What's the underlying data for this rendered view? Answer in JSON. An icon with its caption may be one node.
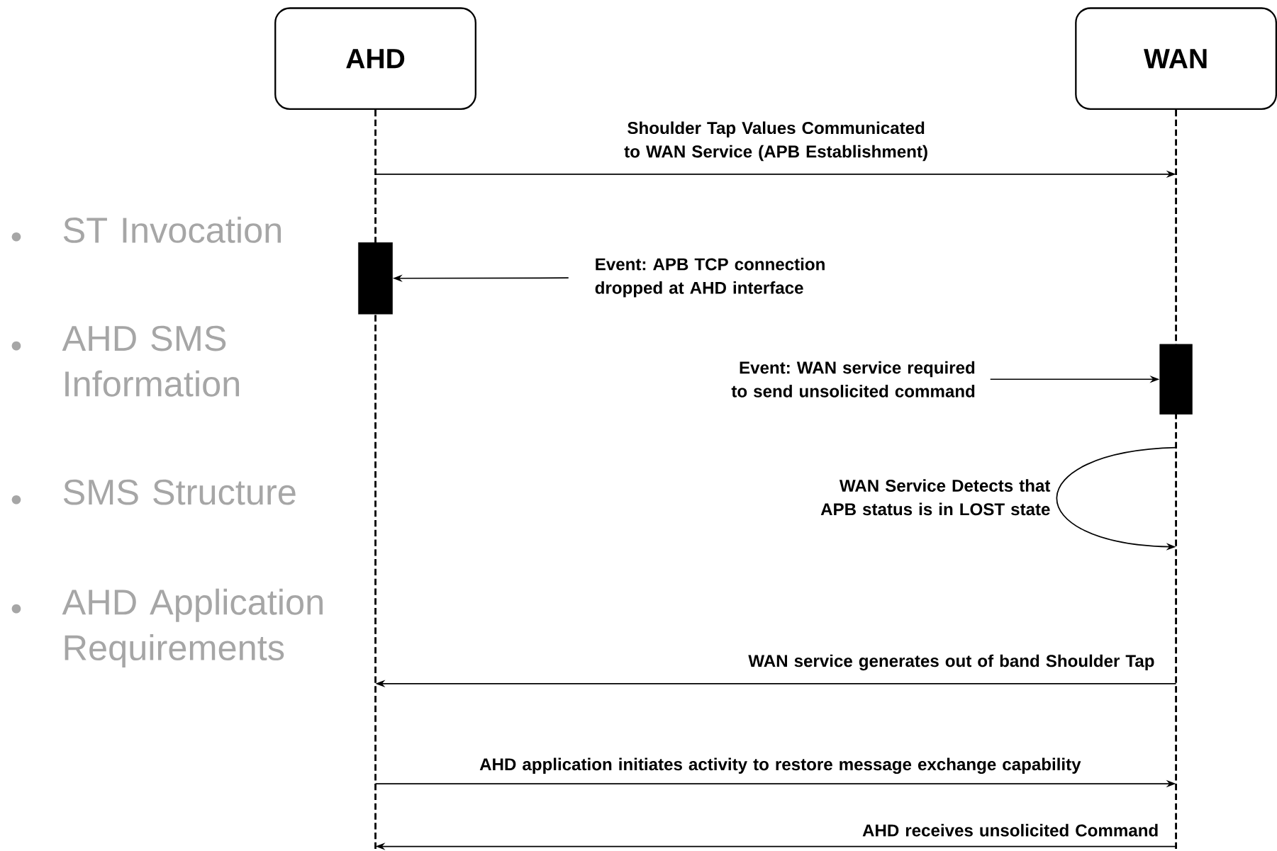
{
  "diagram": {
    "nodes": [
      {
        "text": [
          "AHD"
        ]
      },
      {
        "text": [],
        "shape": "line"
      },
      {
        "text": [
          "WAN"
        ]
      },
      {
        "text": [],
        "shape": "line"
      },
      {
        "text": [],
        "shape": "bar"
      },
      {
        "text": [
          "Event: APB TCP connection dropped at AHD interface"
        ]
      },
      {
        "text": [],
        "shape": "bar"
      },
      {
        "text": [
          "Event: WAN service required to send unsolicited command"
        ]
      }
    ],
    "edges": [
      {
        "from": 1,
        "to": 3,
        "arrow": "to",
        "label": "Shoulder Tap Values Communicated to WAN Service (APB Establishment)"
      },
      {
        "from": 5,
        "to": 4,
        "arrow": "to"
      },
      {
        "from": 7,
        "to": 6,
        "arrow": "to"
      },
      {
        "from": 3,
        "to": 3,
        "arrow": "to",
        "label": "WAN Service Detects that APB status is in LOST state"
      },
      {
        "from": 3,
        "to": 1,
        "arrow": "to",
        "label": "WAN service generates out of band Shoulder Tap"
      },
      {
        "from": 1,
        "to": 3,
        "arrow": "to",
        "label": "AHD application initiates activity to restore message exchange capability"
      },
      {
        "from": 3,
        "to": 1,
        "arrow": "to",
        "label": "AHD receives unsolicited Command"
      }
    ],
    "labels": [
      "ST Invocation",
      "AHD SMS Information",
      "SMS Structure",
      "AHD Application Requirements"
    ]
  }
}
